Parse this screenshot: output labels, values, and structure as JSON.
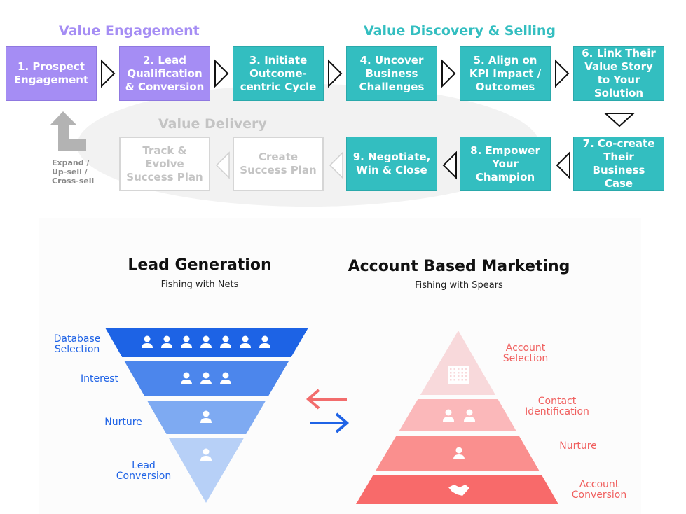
{
  "top": {
    "sections": {
      "engagement": "Value  Engagement",
      "discovery": "Value Discovery & Selling",
      "delivery": "Value Delivery"
    },
    "steps": [
      {
        "label": "1. Prospect Engagement",
        "group": "engagement"
      },
      {
        "label": "2. Lead Qualification & Conversion",
        "group": "engagement"
      },
      {
        "label": "3. Initiate Outcome-centric Cycle",
        "group": "discovery"
      },
      {
        "label": "4. Uncover Business Challenges",
        "group": "discovery"
      },
      {
        "label": "5. Align on KPI Impact / Outcomes",
        "group": "discovery"
      },
      {
        "label": "6. Link Their Value Story to Your Solution",
        "group": "discovery"
      },
      {
        "label": "7. Co-create Their Business Case",
        "group": "discovery"
      },
      {
        "label": "8. Empower Your Champion",
        "group": "discovery"
      },
      {
        "label": "9. Negotiate, Win & Close",
        "group": "discovery"
      },
      {
        "label": "Create Success Plan",
        "group": "delivery"
      },
      {
        "label": "Track & Evolve Success Plan",
        "group": "delivery"
      }
    ],
    "expand_label": "Expand / Up-sell / Cross-sell",
    "colors": {
      "engagement": "#a58df4",
      "discovery": "#33bec0",
      "delivery": "#c4c4c4"
    }
  },
  "lead_gen": {
    "title": "Lead Generation",
    "subtitle": "Fishing with Nets",
    "stages": [
      {
        "label": "Database Selection",
        "icons": 7,
        "color": "#1d63e5"
      },
      {
        "label": "Interest",
        "icons": 3,
        "color": "#4c86ec"
      },
      {
        "label": "Nurture",
        "icons": 1,
        "color": "#7eaaf2"
      },
      {
        "label": "Lead Conversion",
        "icons": 1,
        "color": "#b7d0f7"
      }
    ]
  },
  "abm": {
    "title": "Account Based Marketing",
    "subtitle": "Fishing with Spears",
    "stages": [
      {
        "label": "Account Selection",
        "icon": "building-icon",
        "color": "#f8d9db"
      },
      {
        "label": "Contact Identification",
        "icon": "two-people-icon",
        "color": "#fbb8ba"
      },
      {
        "label": "Nurture",
        "icon": "person-icon",
        "color": "#fa8f8e"
      },
      {
        "label": "Account Conversion",
        "icon": "handshake-icon",
        "color": "#f86a6a"
      }
    ]
  }
}
